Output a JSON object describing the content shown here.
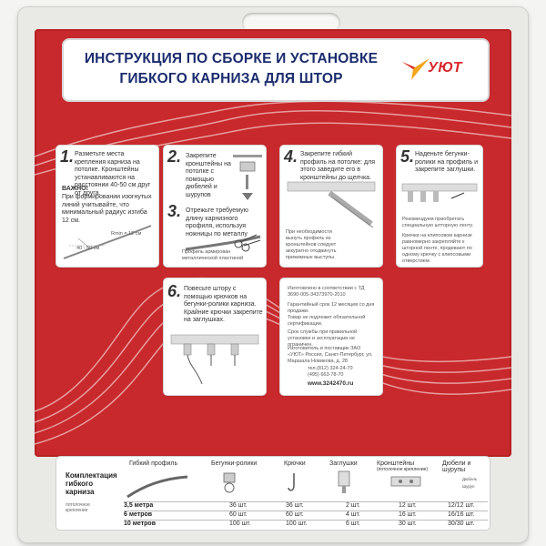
{
  "header": {
    "title_line1": "ИНСТРУКЦИЯ ПО СБОРКЕ И УСТАНОВКЕ",
    "title_line2": "ГИБКОГО КАРНИЗА ДЛЯ ШТОР",
    "logo": "УЮТ"
  },
  "steps": [
    {
      "num": "1.",
      "text": "Разметьте места крепления карниза на потолке. Кронштейны устанавливаются на расстоянии 40-50 см друг от друга.",
      "note_title": "ВАЖНО!",
      "note": "При формировании изогнутых линий учитывайте, что минимальный радиус изгиба 12 см.",
      "dim1": "40 - 50 см",
      "dim2": "Rmin = 12 см"
    },
    {
      "num": "2.",
      "text": "Закрепите кронштейны на потолке с помощью дюбелей и шурупов"
    },
    {
      "num": "3.",
      "text": "Отрежьте требуемую длину карнизного профиля, используя ножницы по металлу",
      "caption": "Профиль армирован металлической пластиной"
    },
    {
      "num": "4.",
      "text": "Закрепите гибкий профиль на потолке: для этого заведите его в кронштейны до щелчка.",
      "note": "При необходимости вынуть профиль из кронштейнов следует аккуратно отодвинуть прижимные выступы."
    },
    {
      "num": "5.",
      "text": "Наденьте бегунки-ролики на профиль и закрепите заглушки.",
      "note1": "Рекомендуем приобретать специальную штторную ленту.",
      "note2": "Крючки на клипсовом карнизе равномерно закрепляйте к шторной ленте, продевают по одному крючку с клипсовыми отверстием."
    },
    {
      "num": "6.",
      "text": "Повесьте штору с помощью крючков на бегунки-ролики карниза. Крайние крючки закрепите на заглушках."
    }
  ],
  "info": {
    "lines": [
      "Изготовлено в соответствии с ТД 3690-005-34373970-2010",
      "Гарантийный срок 12 месяцев со дня продажи.",
      "Товар не подлежит обязательной сертификации.",
      "Срок службы при правильной установке и эксплуатации не ограничен.",
      "Изготовитель и поставщик ЗАО «УЮТ» Россия, Санкт-Петербург, ул. Маршала Новикова, д. 28",
      "тел.(812) 324-24-70",
      "(495) 663-78-70",
      "www.3242470.ru"
    ]
  },
  "kit": {
    "title": "Комплектация гибкого карниза",
    "ceiling": "потолочное крепление",
    "columns": [
      "Гибкий профиль",
      "Бегунки-ролики",
      "Крючки",
      "Заглушки",
      "Кронштейны",
      "Дюбели и шурупы"
    ],
    "bracket_sub": "(потолочное крепление)",
    "dowel_label": "Дюбель",
    "screw_label": "Шуруп",
    "rows": [
      {
        "label": "3,5 метра",
        "values": [
          "36 шт.",
          "36 шт.",
          "2 шт.",
          "12 шт.",
          "12/12 шт."
        ]
      },
      {
        "label": "6 метров",
        "values": [
          "60 шт.",
          "60 шт.",
          "4 шт.",
          "16 шт.",
          "16/16 шт."
        ]
      },
      {
        "label": "10 метров",
        "values": [
          "100 шт.",
          "100 шт.",
          "6 шт.",
          "30 шт.",
          "30/30 шт."
        ]
      }
    ]
  },
  "colors": {
    "board": "#c8292c",
    "title": "#1b2c6e",
    "logo": "#d9282c"
  }
}
